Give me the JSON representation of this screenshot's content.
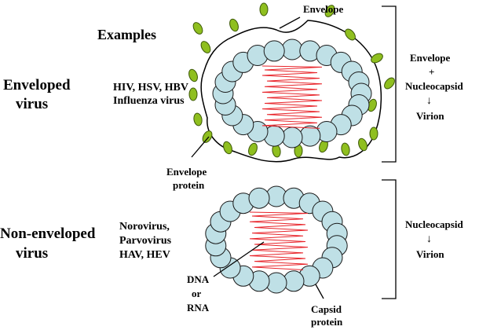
{
  "heading": "Examples",
  "enveloped": {
    "title_line1": "Enveloped",
    "title_line2": "virus",
    "examples_line1": "HIV, HSV, HBV",
    "examples_line2": "Influenza virus",
    "envelope_label": "Envelope",
    "envelope_protein_line1": "Envelope",
    "envelope_protein_line2": "protein",
    "assembly_line1": "Envelope",
    "assembly_plus": "+",
    "assembly_line2": "Nucleocapsid",
    "assembly_arrow": "↓",
    "assembly_result": "Virion"
  },
  "non_enveloped": {
    "title_line1": "Non-enveloped",
    "title_line2": "virus",
    "examples_line1": "Norovirus,",
    "examples_line2": "Parvovirus",
    "examples_line3": "HAV, HEV",
    "genome_line1": "DNA",
    "genome_line2": "or",
    "genome_line3": "RNA",
    "capsid_line1": "Capsid",
    "capsid_line2": "protein",
    "assembly_line1": "Nucleocapsid",
    "assembly_arrow": "↓",
    "assembly_result": "Virion"
  },
  "colors": {
    "capsomer_fill": "#bfe0e6",
    "capsomer_stroke": "#1a1a1a",
    "nucleic_acid": "#e8242a",
    "spike_fill": "#8fbf1f",
    "spike_stroke": "#3f5a0a"
  }
}
